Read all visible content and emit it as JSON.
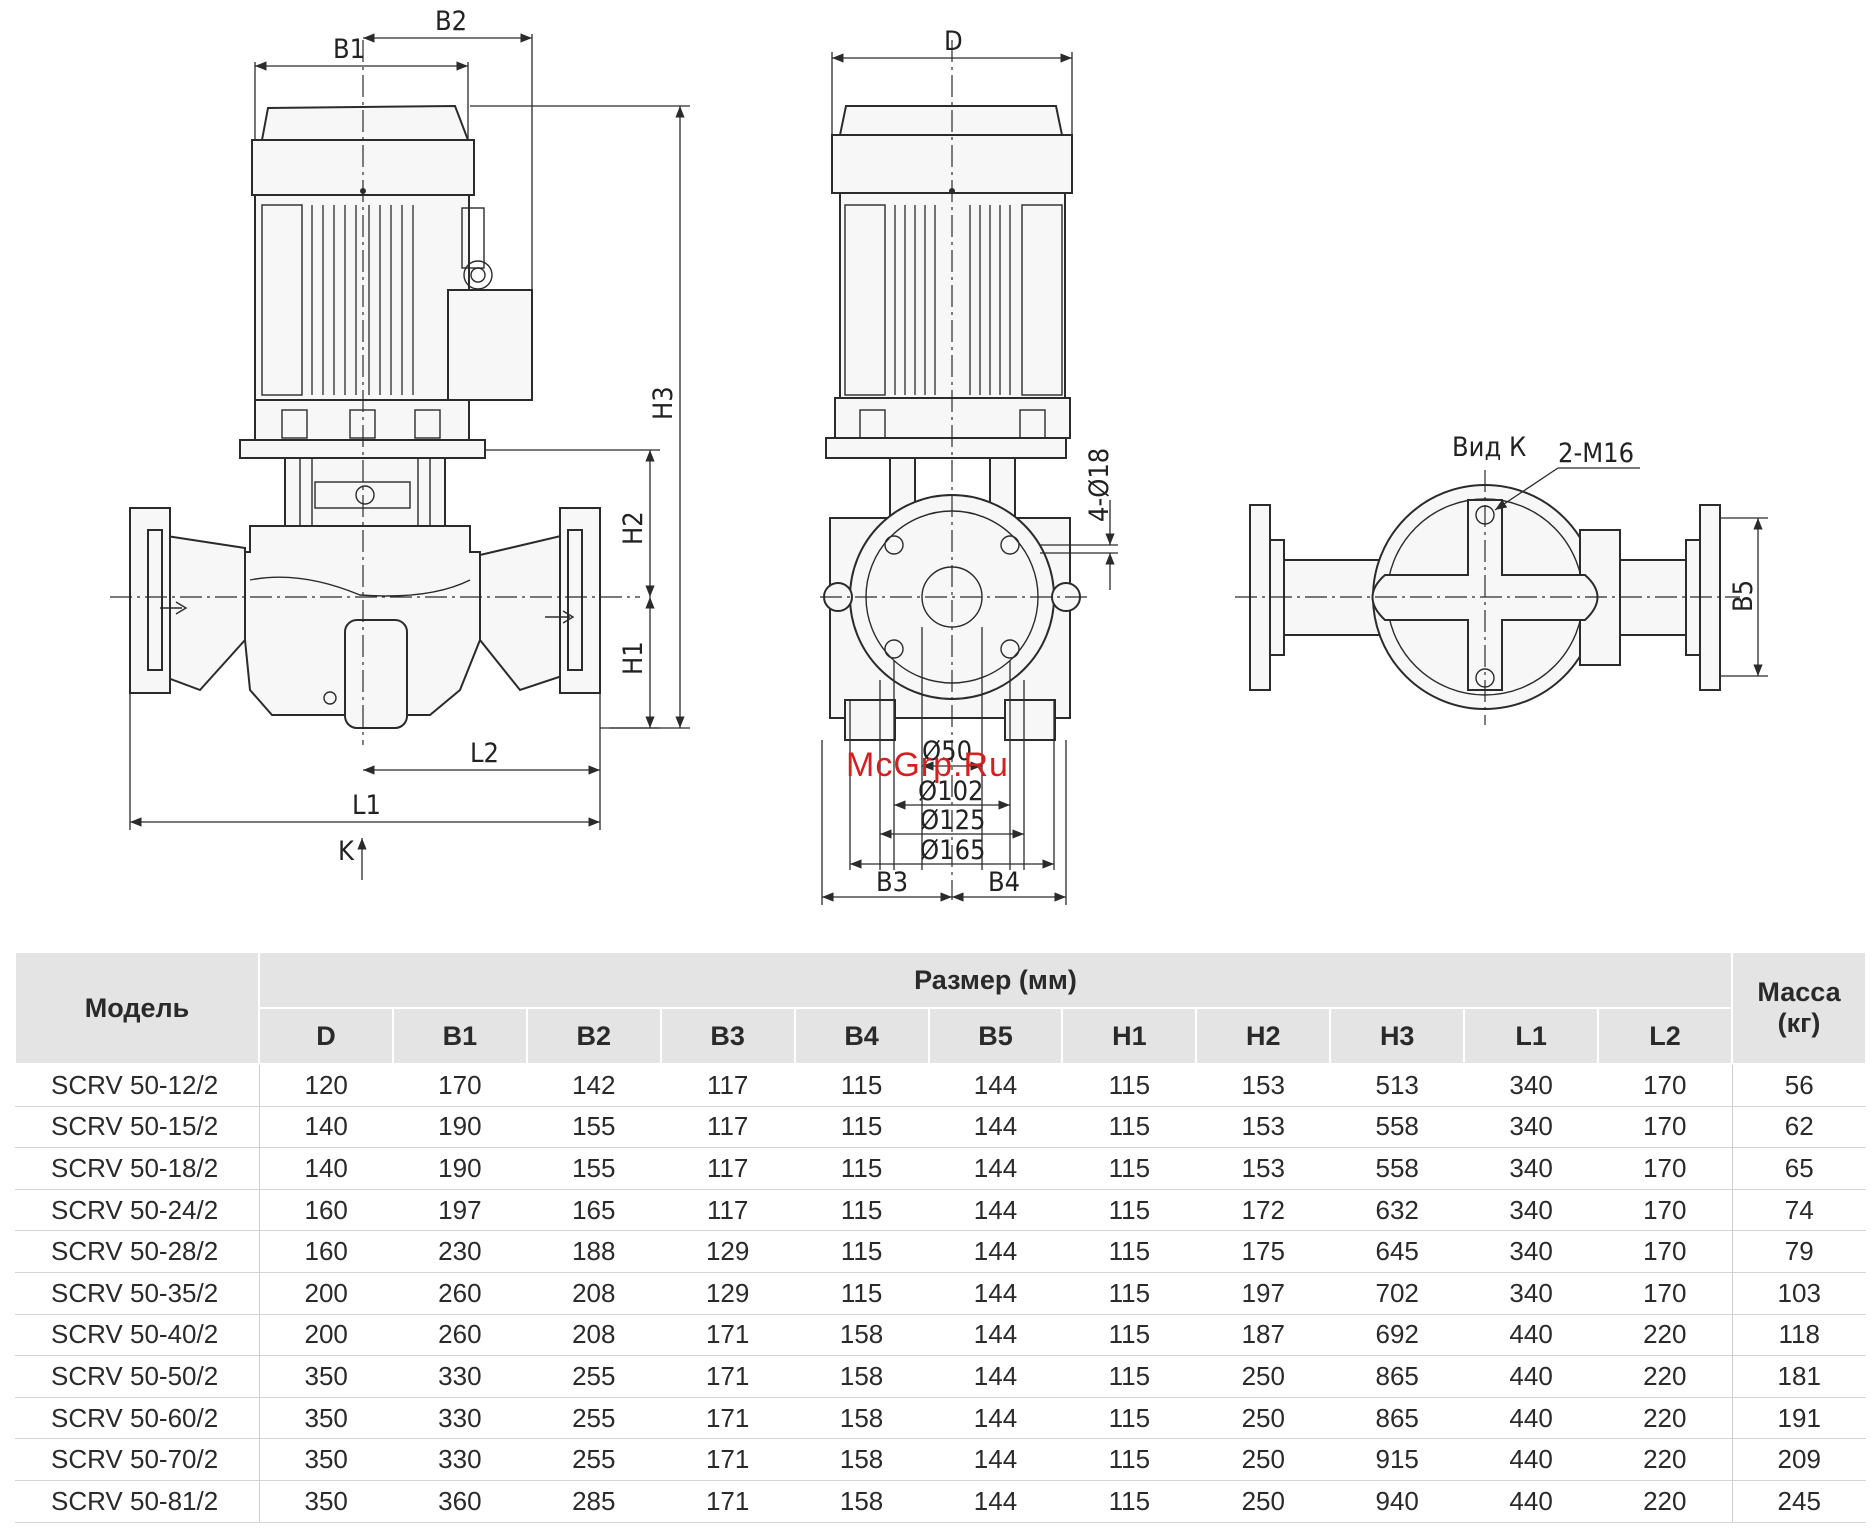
{
  "drawing": {
    "labels": {
      "b1": "B1",
      "b2": "B2",
      "h3": "H3",
      "h2": "H2",
      "h1": "H1",
      "l1": "L1",
      "l2": "L2",
      "k": "K",
      "d": "D",
      "holes": "4-Ø18",
      "d50": "Ø50",
      "d102": "Ø102",
      "d125": "Ø125",
      "d165": "Ø165",
      "b3": "B3",
      "b4": "B4",
      "view_k": "Вид К",
      "m16": "2-M16",
      "b5": "B5"
    },
    "watermark": "McGrp.Ru"
  },
  "table": {
    "header": {
      "model": "Модель",
      "size": "Размер (мм)",
      "mass": "Масса (кг)",
      "columns": [
        "D",
        "B1",
        "B2",
        "B3",
        "B4",
        "B5",
        "H1",
        "H2",
        "H3",
        "L1",
        "L2"
      ]
    },
    "rows": [
      [
        "SCRV 50-12/2",
        "120",
        "170",
        "142",
        "117",
        "115",
        "144",
        "115",
        "153",
        "513",
        "340",
        "170",
        "56"
      ],
      [
        "SCRV 50-15/2",
        "140",
        "190",
        "155",
        "117",
        "115",
        "144",
        "115",
        "153",
        "558",
        "340",
        "170",
        "62"
      ],
      [
        "SCRV 50-18/2",
        "140",
        "190",
        "155",
        "117",
        "115",
        "144",
        "115",
        "153",
        "558",
        "340",
        "170",
        "65"
      ],
      [
        "SCRV 50-24/2",
        "160",
        "197",
        "165",
        "117",
        "115",
        "144",
        "115",
        "172",
        "632",
        "340",
        "170",
        "74"
      ],
      [
        "SCRV 50-28/2",
        "160",
        "230",
        "188",
        "129",
        "115",
        "144",
        "115",
        "175",
        "645",
        "340",
        "170",
        "79"
      ],
      [
        "SCRV 50-35/2",
        "200",
        "260",
        "208",
        "129",
        "115",
        "144",
        "115",
        "197",
        "702",
        "340",
        "170",
        "103"
      ],
      [
        "SCRV 50-40/2",
        "200",
        "260",
        "208",
        "171",
        "158",
        "144",
        "115",
        "187",
        "692",
        "440",
        "220",
        "118"
      ],
      [
        "SCRV 50-50/2",
        "350",
        "330",
        "255",
        "171",
        "158",
        "144",
        "115",
        "250",
        "865",
        "440",
        "220",
        "181"
      ],
      [
        "SCRV 50-60/2",
        "350",
        "330",
        "255",
        "171",
        "158",
        "144",
        "115",
        "250",
        "865",
        "440",
        "220",
        "191"
      ],
      [
        "SCRV 50-70/2",
        "350",
        "330",
        "255",
        "171",
        "158",
        "144",
        "115",
        "250",
        "915",
        "440",
        "220",
        "209"
      ],
      [
        "SCRV 50-81/2",
        "350",
        "360",
        "285",
        "171",
        "158",
        "144",
        "115",
        "250",
        "940",
        "440",
        "220",
        "245"
      ]
    ]
  }
}
